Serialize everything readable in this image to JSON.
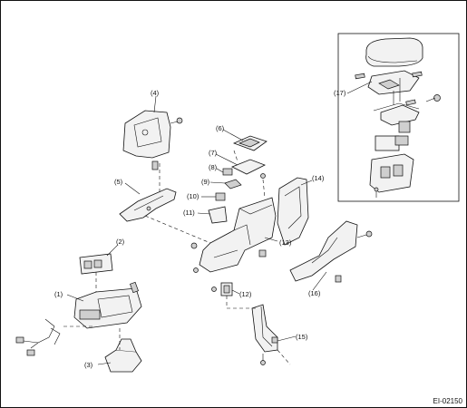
{
  "callouts": [
    "(1)",
    "(2)",
    "(3)",
    "(4)",
    "(5)",
    "(6)",
    "(7)",
    "(8)",
    "(9)",
    "(10)",
    "(11)",
    "(12)",
    "(13)",
    "(14)",
    "(15)",
    "(16)",
    "(17)"
  ],
  "figure_id": "EI-02150"
}
